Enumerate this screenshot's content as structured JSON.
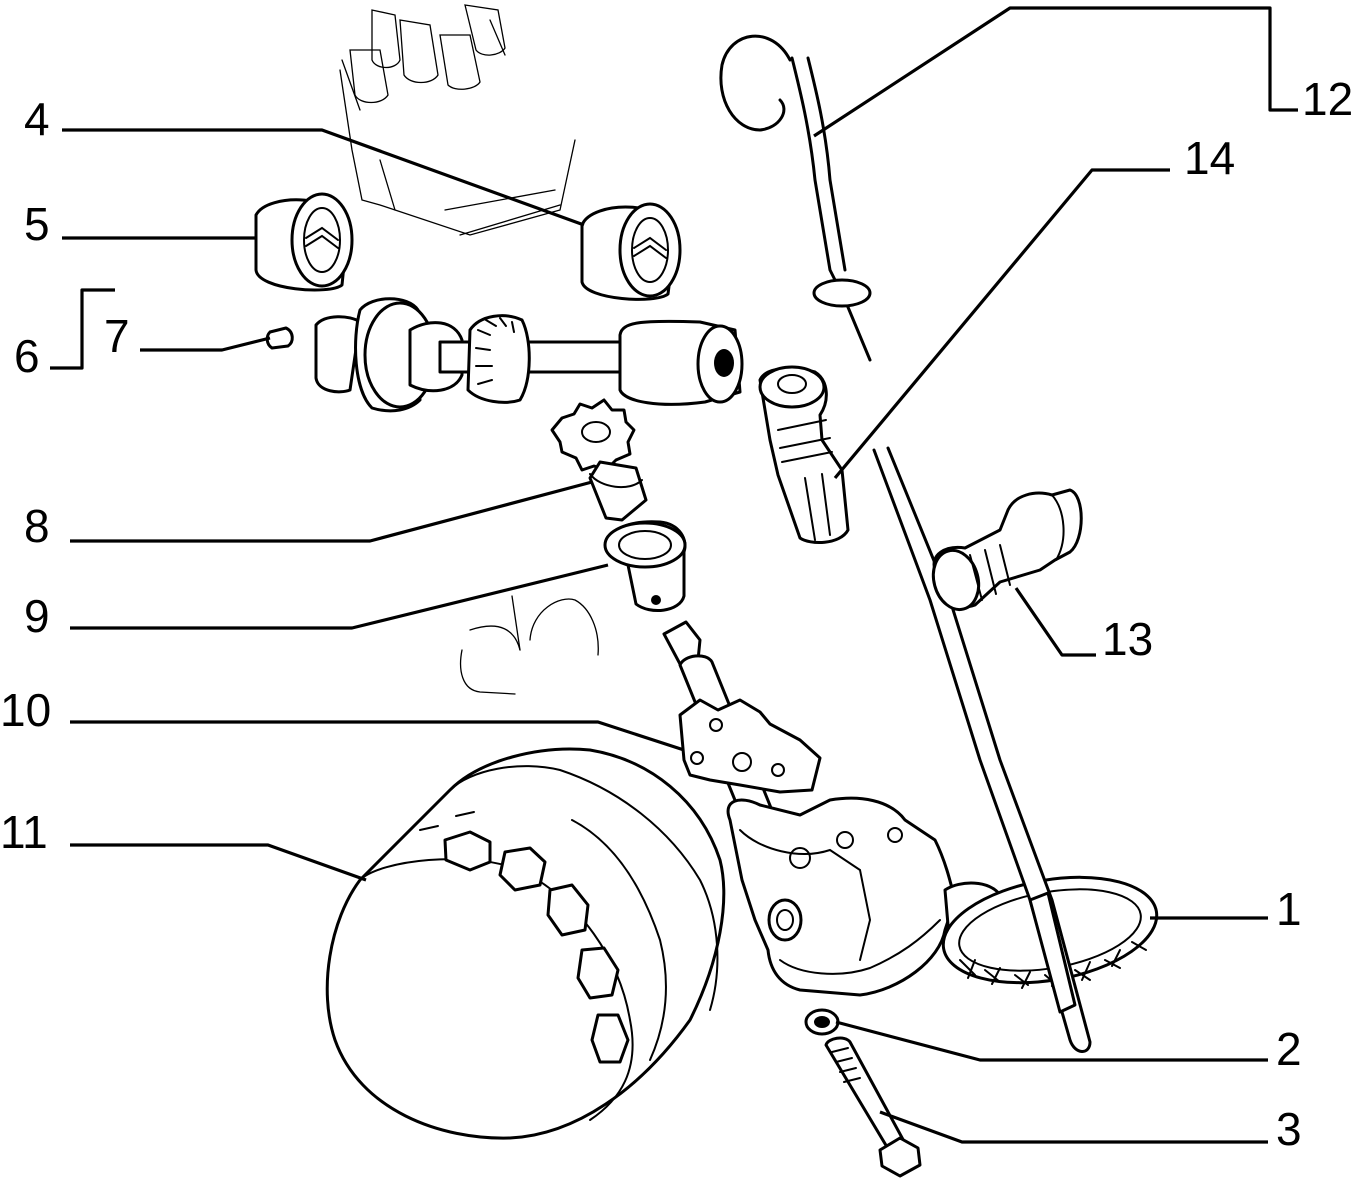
{
  "callouts": [
    {
      "key": "c1",
      "label": "1"
    },
    {
      "key": "c2",
      "label": "2"
    },
    {
      "key": "c3",
      "label": "3"
    },
    {
      "key": "c4",
      "label": "4"
    },
    {
      "key": "c5",
      "label": "5"
    },
    {
      "key": "c6",
      "label": "6"
    },
    {
      "key": "c7",
      "label": "7"
    },
    {
      "key": "c8",
      "label": "8"
    },
    {
      "key": "c9",
      "label": "9"
    },
    {
      "key": "c10",
      "label": "10"
    },
    {
      "key": "c11",
      "label": "11"
    },
    {
      "key": "c12",
      "label": "12"
    },
    {
      "key": "c13",
      "label": "13"
    },
    {
      "key": "c14",
      "label": "14"
    }
  ]
}
